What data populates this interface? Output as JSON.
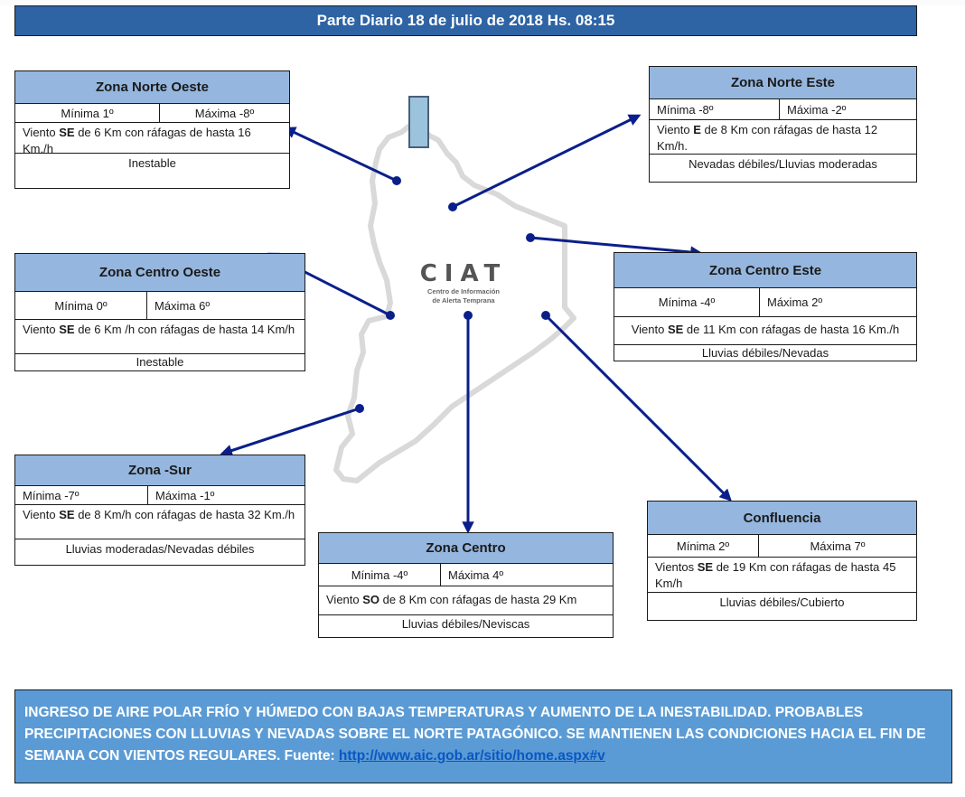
{
  "header": {
    "title": "Parte Diario 18 de julio de 2018 Hs. 08:15"
  },
  "colors": {
    "title_bg": "#2e63a4",
    "zone_header_bg": "#95b6de",
    "summary_bg": "#5b9bd5",
    "arrow": "#0b1f8a",
    "map_outline": "#d9d9d9",
    "link": "#0a57c2"
  },
  "logo": {
    "name": "CIAT",
    "subtitle_line1": "Centro de Información",
    "subtitle_line2": "de Alerta Temprana"
  },
  "zones": {
    "norte_oeste": {
      "name": "Zona Norte Oeste",
      "min": "Mínima 1º",
      "max": "Máxima -8º",
      "wind_pre": "Viento ",
      "wind_dir": "SE",
      "wind_post": " de 6 Km con ráfagas de hasta 16 Km./h",
      "condition": "Inestable"
    },
    "norte_este": {
      "name": "Zona Norte Este",
      "min": "Mínima -8º",
      "max": "Máxima -2º",
      "wind_pre": "Viento ",
      "wind_dir": "E",
      "wind_post": " de 8 Km con ráfagas de hasta 12 Km/h.",
      "condition": "Nevadas débiles/Lluvias moderadas"
    },
    "centro_oeste": {
      "name": "Zona Centro Oeste",
      "min": "Mínima 0º",
      "max": "Máxima 6º",
      "wind_pre": "Viento ",
      "wind_dir": "SE",
      "wind_post": " de 6 Km /h con ráfagas de hasta 14 Km/h",
      "condition": "Inestable"
    },
    "centro_este": {
      "name": "Zona Centro Este",
      "min": "Mínima -4º",
      "max": "Máxima 2º",
      "wind_pre": "Viento ",
      "wind_dir": "SE",
      "wind_post": " de 11 Km con ráfagas de hasta 16 Km./h",
      "condition": "Lluvias débiles/Nevadas"
    },
    "sur": {
      "name": "Zona -Sur",
      "min": "Mínima -7º",
      "max": "Máxima -1º",
      "wind_pre": "Viento ",
      "wind_dir": "SE",
      "wind_post": " de 8 Km/h con ráfagas de hasta 32 Km./h",
      "condition": "Lluvias moderadas/Nevadas débiles"
    },
    "centro": {
      "name": "Zona Centro",
      "min": "Mínima -4º",
      "max": "Máxima 4º",
      "wind_pre": "Viento ",
      "wind_dir": "SO",
      "wind_post": " de 8 Km con ráfagas de hasta 29 Km",
      "condition": "Lluvias débiles/Neviscas"
    },
    "confluencia": {
      "name": "Confluencia",
      "min": "Mínima 2º",
      "max": "Máxima 7º",
      "wind_pre": "Vientos ",
      "wind_dir": "SE",
      "wind_post": " de 19 Km con ráfagas de hasta 45 Km/h",
      "condition": "Lluvias débiles/Cubierto"
    }
  },
  "summary": {
    "text": "INGRESO DE AIRE POLAR FRÍO Y HÚMEDO CON BAJAS TEMPERATURAS Y AUMENTO DE LA INESTABILIDAD. PROBABLES PRECIPITACIONES CON LLUVIAS Y NEVADAS SOBRE EL NORTE PATAGÓNICO. SE MANTIENEN LAS CONDICIONES HACIA EL FIN DE SEMANA CON VIENTOS REGULARES. Fuente: ",
    "link_text": "http://www.aic.gob.ar/sitio/home.aspx#v"
  }
}
